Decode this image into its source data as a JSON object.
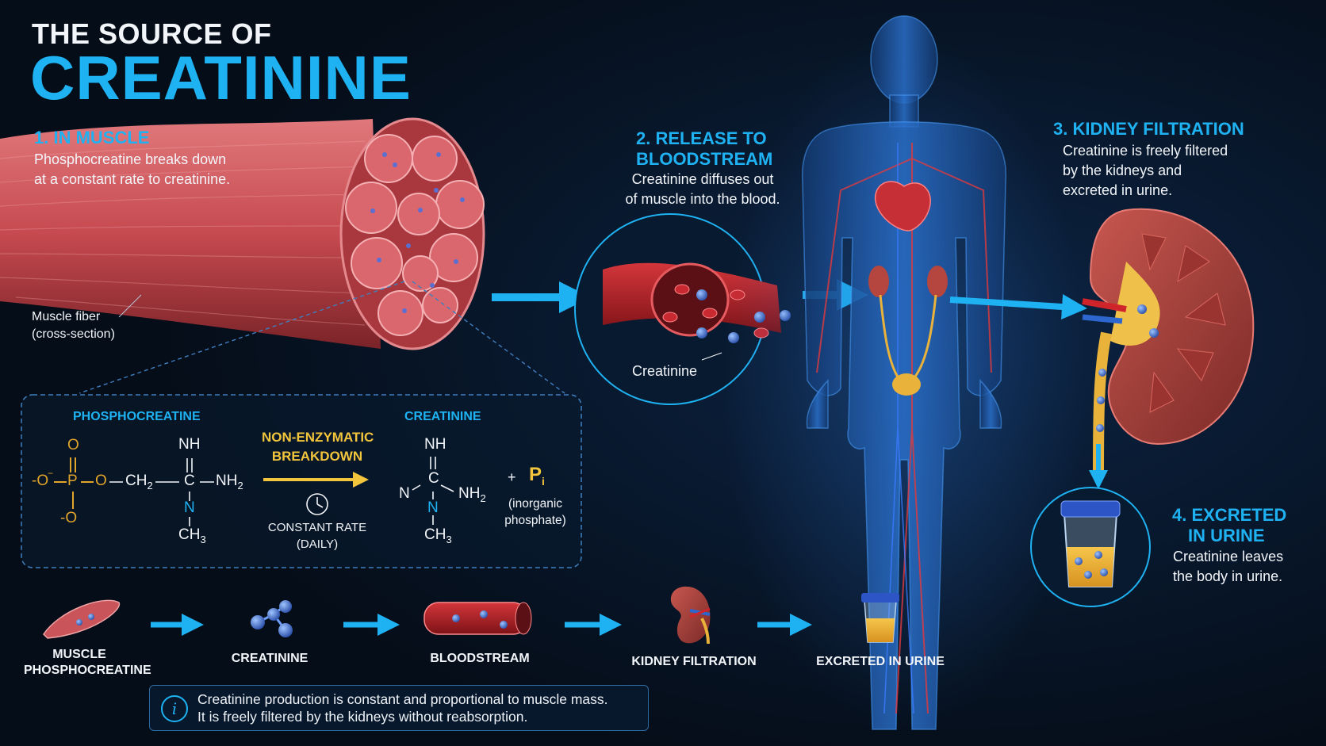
{
  "title": {
    "line1": "THE SOURCE OF",
    "line2": "CREATININE"
  },
  "steps": [
    {
      "heading": "1. IN MUSCLE",
      "text": [
        "Phosphocreatine breaks down",
        "at a constant rate to creatinine."
      ]
    },
    {
      "heading": [
        "2. RELEASE TO",
        "BLOODSTREAM"
      ],
      "text": [
        "Creatinine diffuses out",
        "of muscle into the blood."
      ]
    },
    {
      "heading": "3. KIDNEY FILTRATION",
      "text": [
        "Creatinine is freely filtered",
        "by the kidneys and",
        "excreted in urine."
      ]
    },
    {
      "heading": [
        "4. EXCRETED",
        "IN URINE"
      ],
      "text": [
        "Creatinine leaves",
        "the body in urine."
      ]
    }
  ],
  "labels": {
    "muscle_fiber": [
      "Muscle fiber",
      "(cross-section)"
    ],
    "creatinine_callout": "Creatinine"
  },
  "reaction": {
    "reactant": "PHOSPHOCREATINE",
    "process": [
      "NON-ENZYMATIC",
      "BREAKDOWN"
    ],
    "rate": [
      "CONSTANT RATE",
      "(DAILY)"
    ],
    "product": "CREATININE",
    "byproduct": "P",
    "byproduct_sub": "i",
    "byproduct_label": [
      "(inorganic",
      "phosphate)"
    ],
    "pc_atoms": {
      "O_top": "O",
      "O_left": "-O",
      "minus": "−",
      "P": "P",
      "O_mid": "O",
      "CH2": "CH",
      "CH2_sub": "2",
      "NH_top": "NH",
      "C": "C",
      "NH2": "NH",
      "NH2_sub": "2",
      "N": "N",
      "CH3": "CH",
      "CH3_sub": "3",
      "O_bottom": "-O"
    },
    "cr_atoms": {
      "NH_top": "NH",
      "C": "C",
      "N_left": "N",
      "NH2": "NH",
      "NH2_sub": "2",
      "N": "N",
      "CH3": "CH",
      "CH3_sub": "3"
    },
    "plus": "+"
  },
  "flow": [
    {
      "label": [
        "MUSCLE",
        "PHOSPHOCREATINE"
      ],
      "icon": "muscle-icon"
    },
    {
      "label": [
        "CREATININE"
      ],
      "icon": "molecule-icon"
    },
    {
      "label": [
        "BLOODSTREAM"
      ],
      "icon": "blood-vessel-icon"
    },
    {
      "label": [
        "KIDNEY FILTRATION"
      ],
      "icon": "kidney-icon"
    },
    {
      "label": [
        "EXCRETED IN URINE"
      ],
      "icon": "urine-cup-icon"
    }
  ],
  "note": {
    "icon": "info-icon",
    "lines": [
      "Creatinine production is constant and proportional to muscle mass.",
      "It is freely filtered by the kidneys without reabsorption."
    ]
  },
  "colors": {
    "background": "#06101d",
    "accent": "#1fb2f2",
    "highlight": "#f2c53c",
    "muscle": "#c9545a",
    "blood": "#b3242b",
    "body": "#1d4f9c",
    "urine": "#e9b23a"
  }
}
